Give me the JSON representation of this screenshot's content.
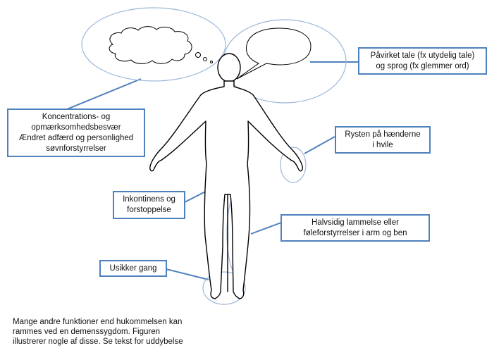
{
  "labels": {
    "speech": {
      "lines": [
        "Påvirket tale (fx utydelig tale)",
        "og sprog (fx glemmer ord)"
      ]
    },
    "cognition": {
      "lines": [
        "Koncentrations- og",
        "opmærksomhedsbesvær",
        "Ændret adfærd og personlighed",
        "søvnforstyrrelser"
      ]
    },
    "tremor": {
      "lines": [
        "Rysten på hænderne",
        "i hvile"
      ]
    },
    "incontinence": {
      "lines": [
        "Inkontinens og",
        "forstoppelse"
      ]
    },
    "paralysis": {
      "lines": [
        "Halvsidig lammelse eller",
        "føleforstyrrelser i arm og ben"
      ]
    },
    "gait": {
      "lines": [
        "Usikker gang"
      ]
    }
  },
  "caption": {
    "lines": [
      "Mange andre funktioner end hukommelsen kan",
      "rammes ved en demenssygdom. Figuren",
      "illustrerer nogle af disse. Se tekst for uddybelse"
    ]
  },
  "colors": {
    "accent": "#4f81bd",
    "outline": "#000000",
    "background": "#ffffff"
  }
}
